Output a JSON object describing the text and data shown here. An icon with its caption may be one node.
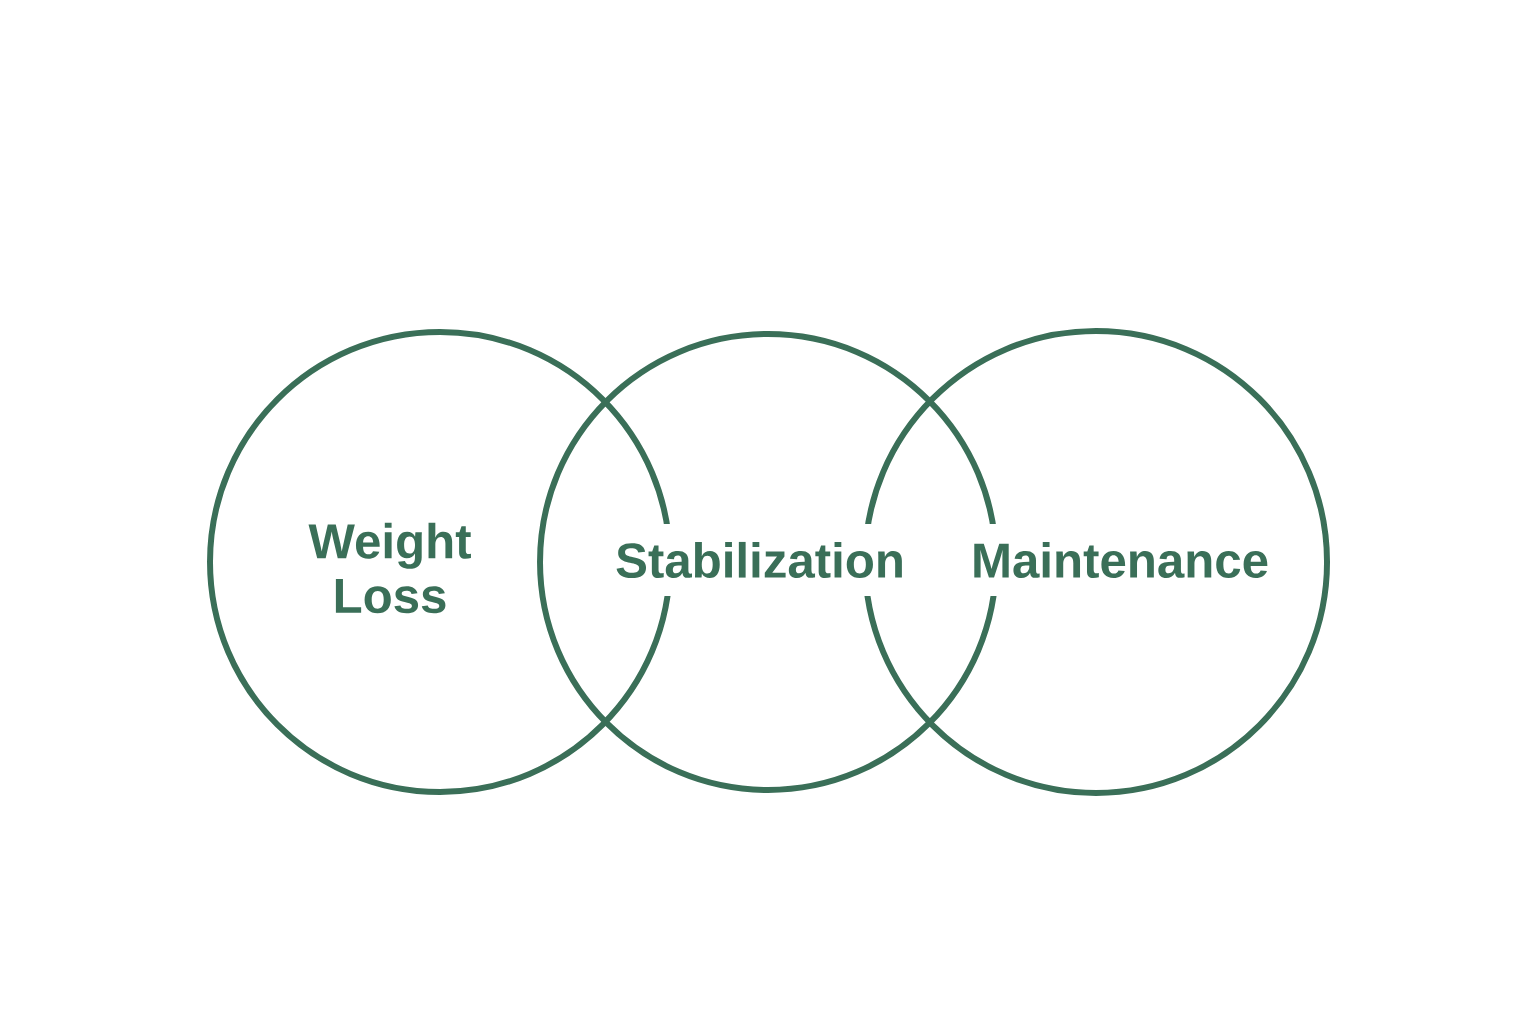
{
  "diagram": {
    "nodes": [
      {
        "text": [
          "Weight Loss"
        ]
      },
      {
        "text": [
          "Stabilization"
        ]
      },
      {
        "text": [
          "Maintenance"
        ]
      }
    ]
  }
}
